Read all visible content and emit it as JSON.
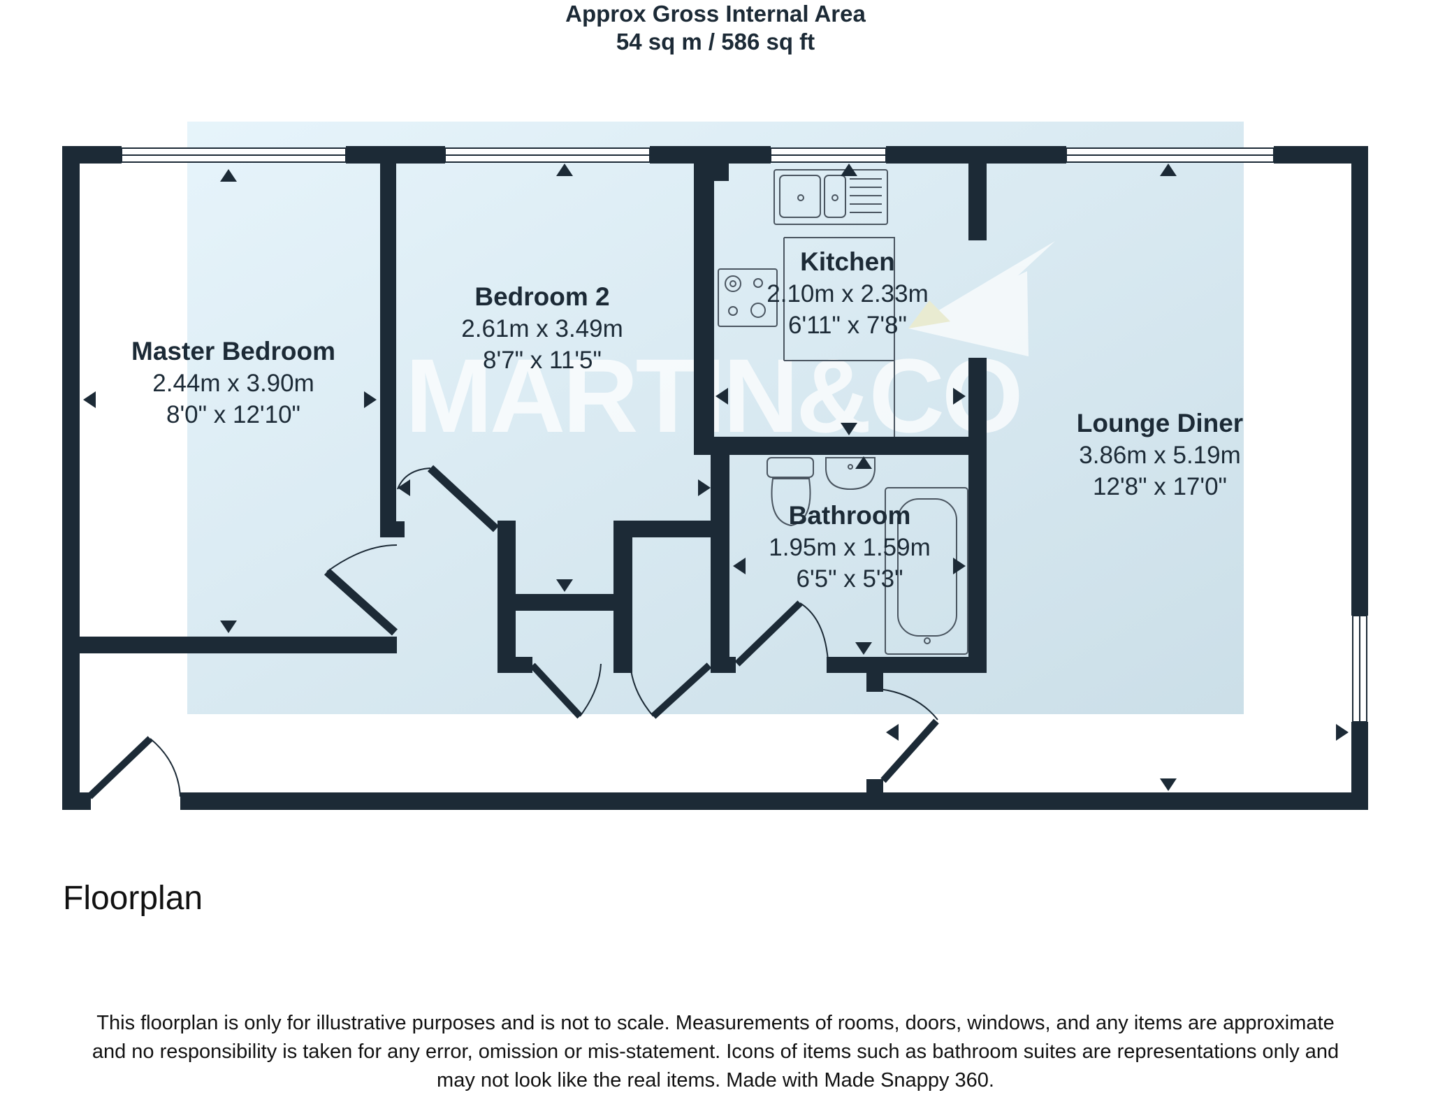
{
  "header": {
    "line1": "Approx Gross Internal Area",
    "line2": "54 sq m / 586 sq ft"
  },
  "rooms": {
    "master_bedroom": {
      "name": "Master Bedroom",
      "metric": "2.44m x 3.90m",
      "imperial": "8'0\" x 12'10\""
    },
    "bedroom_2": {
      "name": "Bedroom 2",
      "metric": "2.61m x 3.49m",
      "imperial": "8'7\" x 11'5\""
    },
    "kitchen": {
      "name": "Kitchen",
      "metric": "2.10m x 2.33m",
      "imperial": "6'11\" x 7'8\""
    },
    "bathroom": {
      "name": "Bathroom",
      "metric": "1.95m x 1.59m",
      "imperial": "6'5\" x 5'3\""
    },
    "lounge_diner": {
      "name": "Lounge Diner",
      "metric": "3.86m x 5.19m",
      "imperial": "12'8\" x 17'0\""
    }
  },
  "watermark": "MARTIN&CO",
  "floor_title": "Floorplan",
  "disclaimer": {
    "line1": "This floorplan is only for illustrative purposes and is not to scale. Measurements of rooms, doors, windows, and any items are approximate",
    "line2": "and no responsibility is taken for any error, omission or mis-statement. Icons of items such as bathroom suites are representations only and",
    "line3": "may not look like the real items. Made with Made Snappy 360."
  },
  "colors": {
    "wall": "#1c2a36",
    "overlay_light": "#dff0f8",
    "overlay_dark": "#c4dbe6",
    "text": "#1c2a36"
  }
}
